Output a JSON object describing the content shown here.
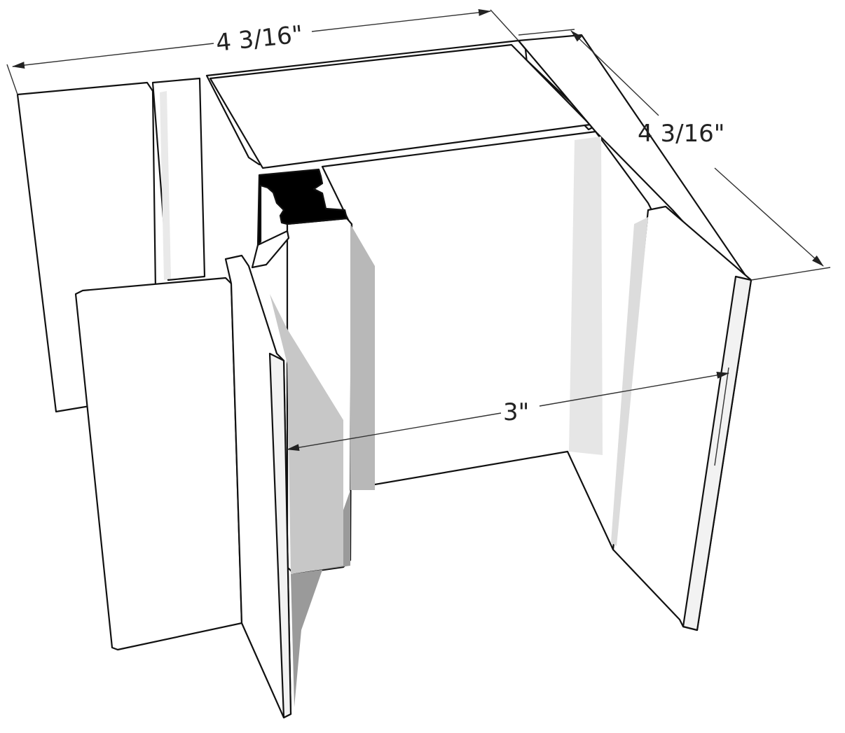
{
  "dimensions": {
    "top_width": "4 3/16\"",
    "right_depth": "4 3/16\"",
    "inner_width": "3\""
  },
  "colors": {
    "outline": "#111111",
    "face": "#ffffff",
    "shade_light": "#e8e8e8",
    "shade_mid": "#b5b5b5",
    "shade_dark": "#8c8c8c",
    "cut_section": "#000000"
  }
}
